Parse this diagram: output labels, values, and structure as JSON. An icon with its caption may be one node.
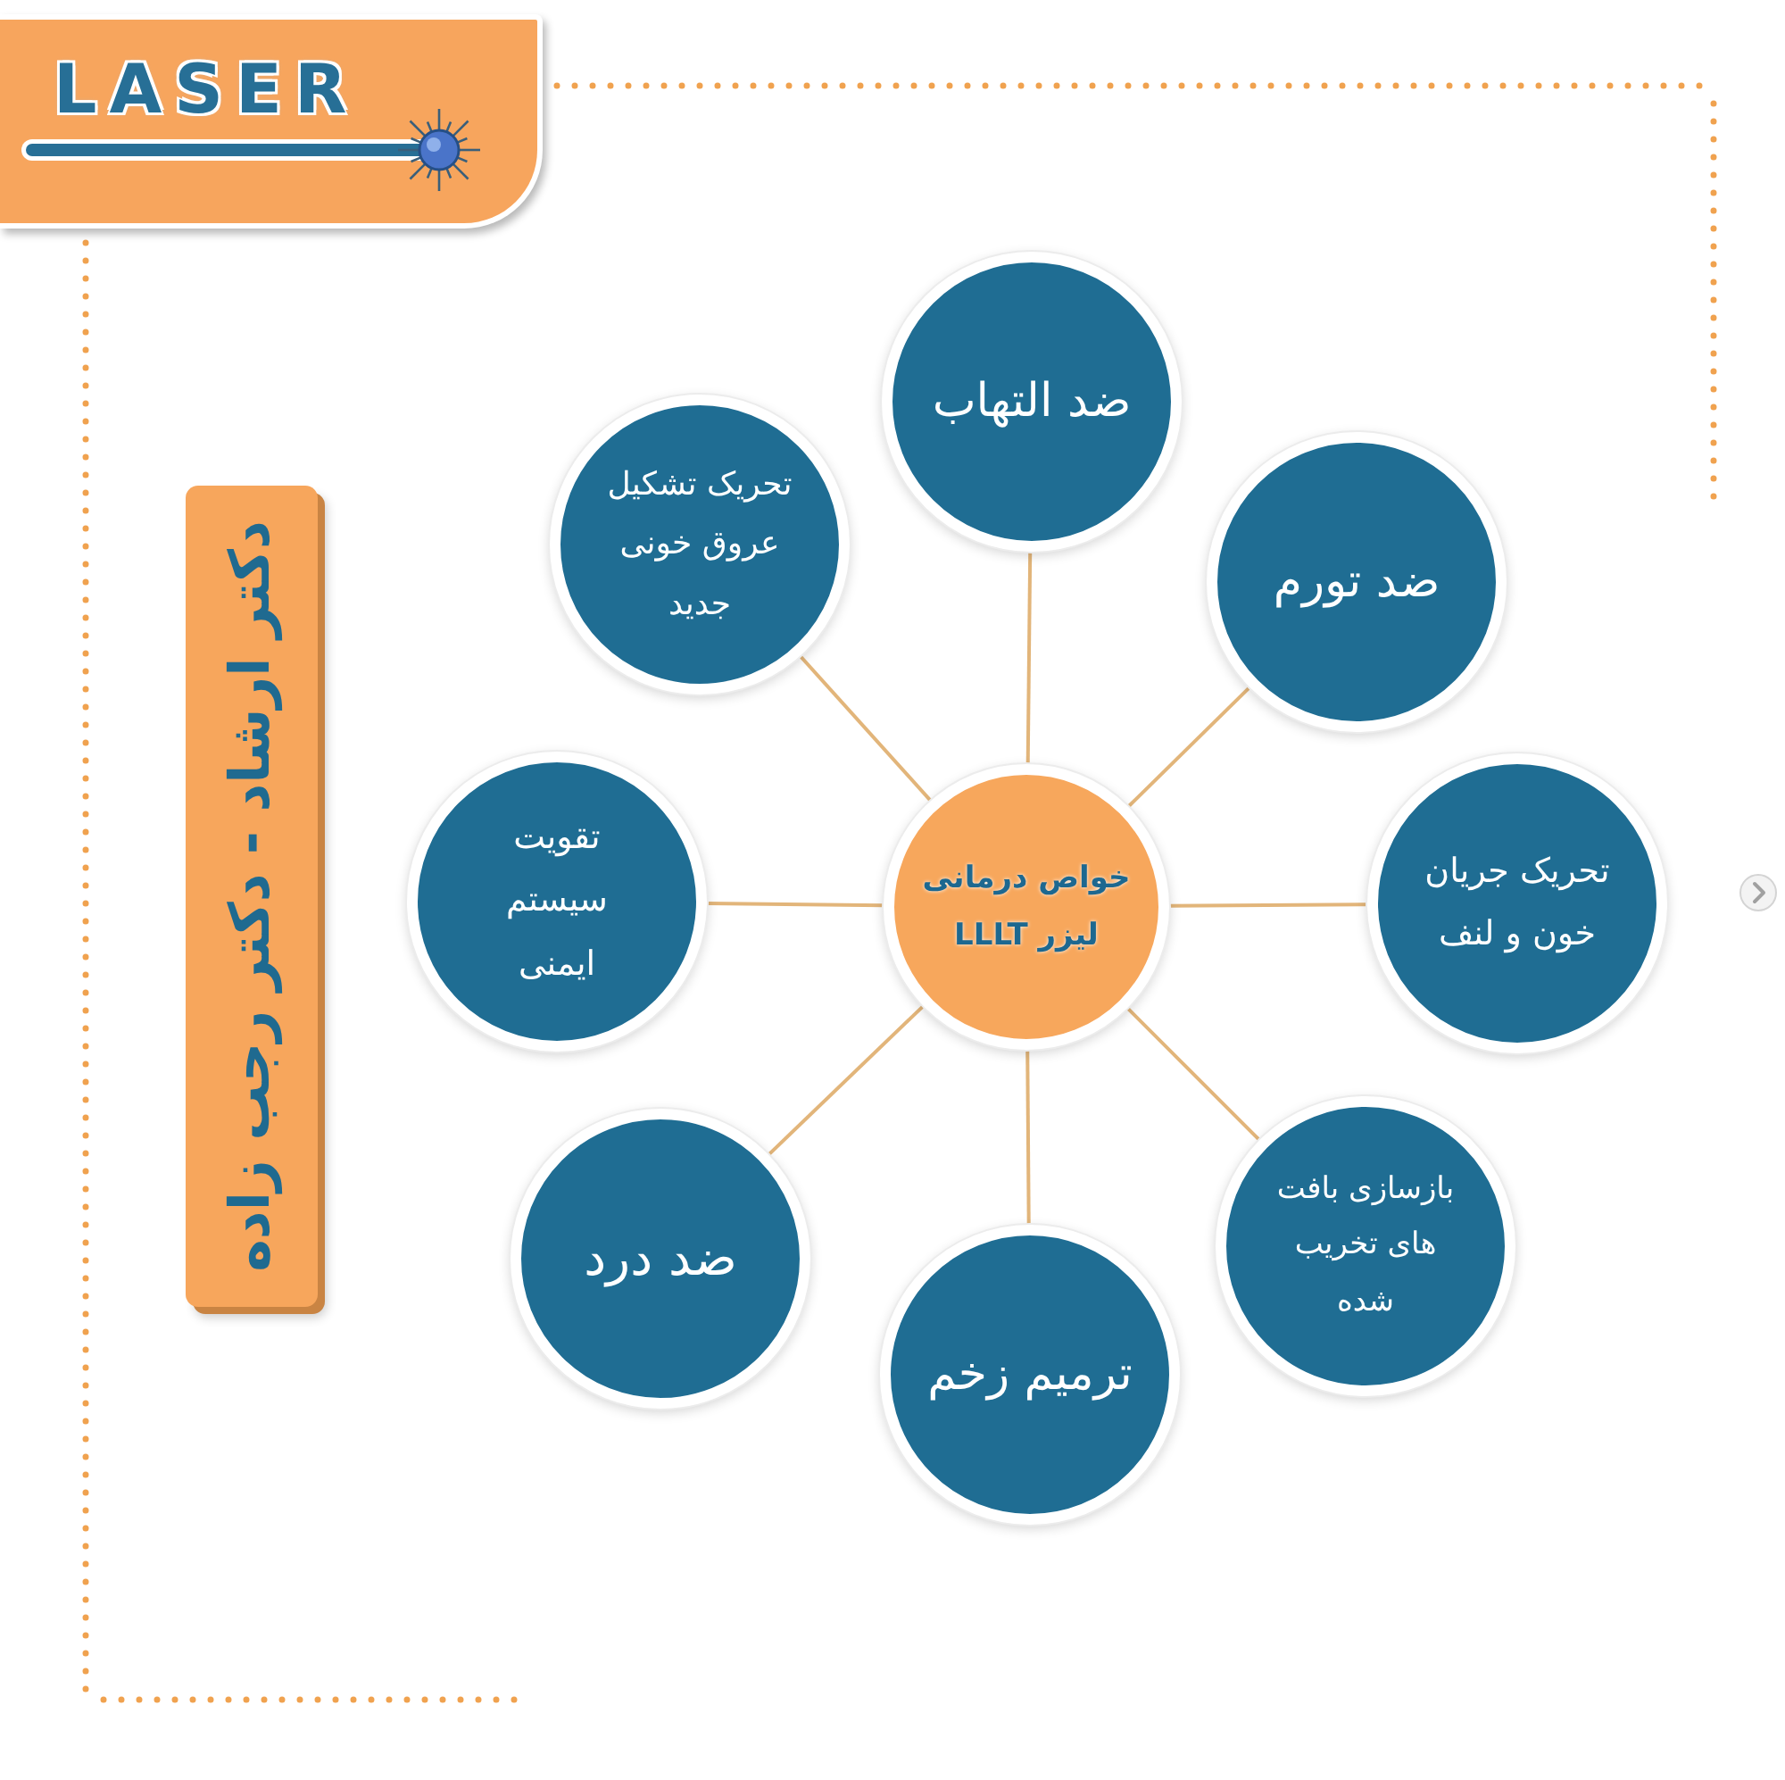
{
  "diagram": {
    "nodes": [
      {
        "text": [
          "خواص درمانی لیزر LLLT"
        ]
      },
      {
        "text": [
          "ضد التهاب"
        ]
      },
      {
        "text": [
          "ضد تورم"
        ]
      },
      {
        "text": [
          "تحریک جریان خون و لنف"
        ]
      },
      {
        "text": [
          "بازسازی بافت های تخریب شده"
        ]
      },
      {
        "text": [
          "ترمیم زخم"
        ]
      },
      {
        "text": [
          "ضد درد"
        ]
      },
      {
        "text": [
          "تقویت سیستم ایمنی"
        ]
      },
      {
        "text": [
          "تحریک تشکیل عروق خونی جدید"
        ]
      }
    ],
    "edges": [
      {
        "from": 0,
        "to": 1,
        "arrow": "none"
      },
      {
        "from": 0,
        "to": 2,
        "arrow": "none"
      },
      {
        "from": 0,
        "to": 3,
        "arrow": "none"
      },
      {
        "from": 0,
        "to": 4,
        "arrow": "none"
      },
      {
        "from": 0,
        "to": 5,
        "arrow": "none"
      },
      {
        "from": 0,
        "to": 6,
        "arrow": "none"
      },
      {
        "from": 0,
        "to": 7,
        "arrow": "none"
      },
      {
        "from": 0,
        "to": 8,
        "arrow": "none"
      }
    ],
    "labels": [
      "LASER",
      "دکتر ارشاد - دکتر رجب زاده"
    ]
  }
}
